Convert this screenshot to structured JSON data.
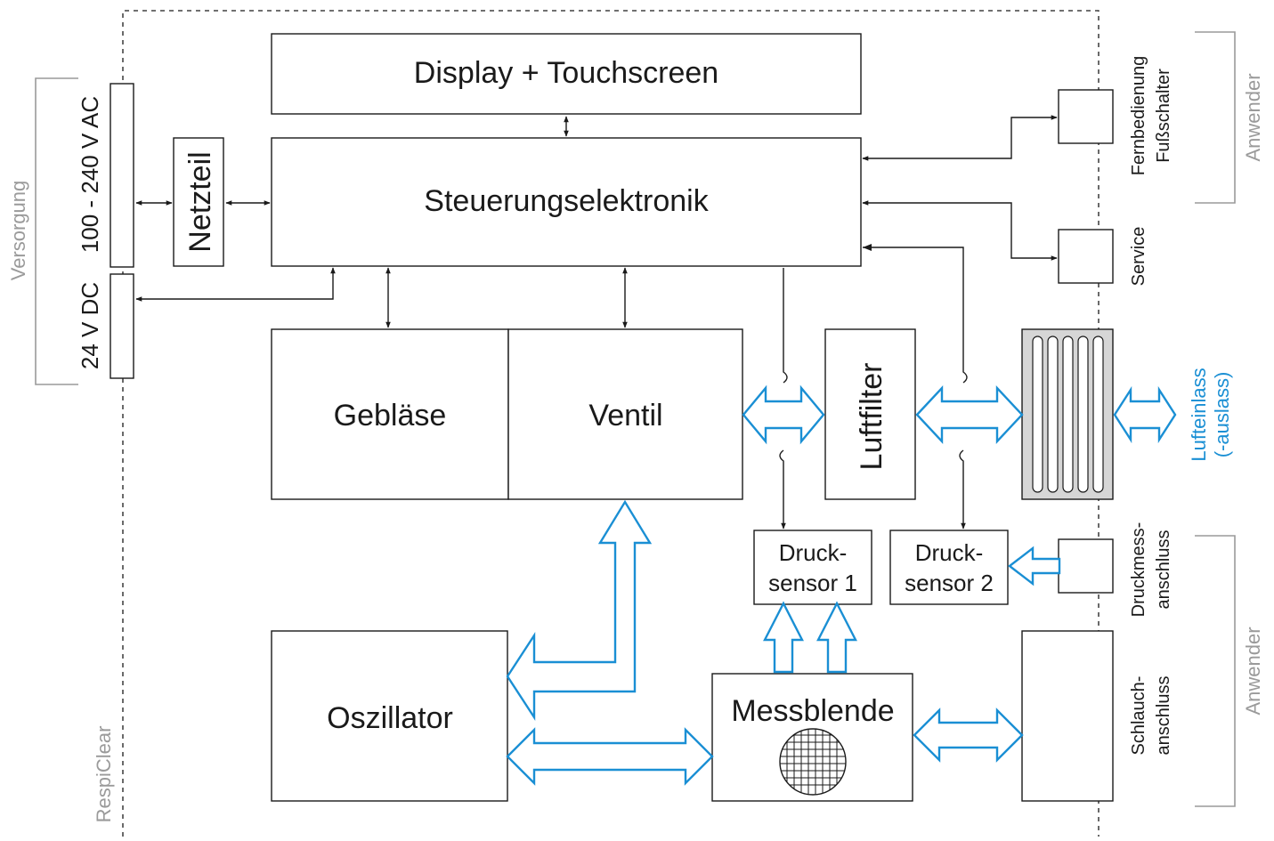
{
  "title": "",
  "labels": {
    "display": "Display + Touchscreen",
    "control": "Steuerungselektronik",
    "psu": "Netzteil",
    "ac": "100 - 240 V AC",
    "dc": "24 V DC",
    "supply": "Versorgung",
    "blower": "Gebläse",
    "valve": "Ventil",
    "filter": "Luftfilter",
    "oscillator": "Oszillator",
    "orifice": "Messblende",
    "sensor1_l1": "Druck-",
    "sensor1_l2": "sensor 1",
    "sensor2_l1": "Druck-",
    "sensor2_l2": "sensor 2",
    "remote_l1": "Fernbedienung",
    "remote_l2": "Fußschalter",
    "service": "Service",
    "user_top": "Anwender",
    "user_bottom": "Anwender",
    "inlet_l1": "Lufteinlass",
    "inlet_l2": "(-auslass)",
    "pressure_port_l1": "Druckmess-",
    "pressure_port_l2": "anschluss",
    "hose_port_l1": "Schlauch-",
    "hose_port_l2": "anschluss",
    "device": "RespiClear"
  },
  "colors": {
    "air_flow": "#1a8fd4",
    "outline": "#1a1a1a",
    "annotation": "#9a9a9a"
  }
}
